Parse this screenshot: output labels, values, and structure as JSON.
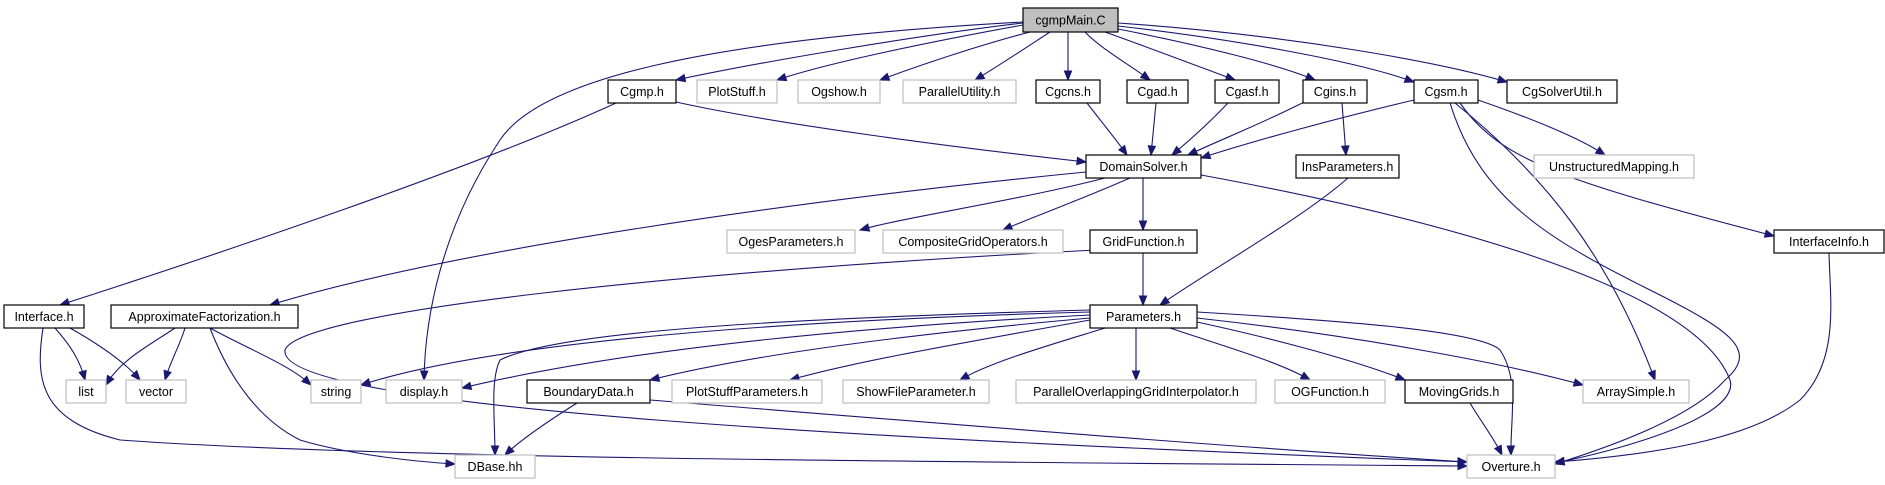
{
  "diagram": {
    "nodes": [
      {
        "id": "cgmpmain",
        "label": "cgmpMain.C",
        "style": "root"
      },
      {
        "id": "cgmp",
        "label": "Cgmp.h",
        "style": "documented"
      },
      {
        "id": "plotstuff",
        "label": "PlotStuff.h",
        "style": "external"
      },
      {
        "id": "ogshow",
        "label": "Ogshow.h",
        "style": "external"
      },
      {
        "id": "parallelutility",
        "label": "ParallelUtility.h",
        "style": "external"
      },
      {
        "id": "cgcns",
        "label": "Cgcns.h",
        "style": "documented"
      },
      {
        "id": "cgad",
        "label": "Cgad.h",
        "style": "documented"
      },
      {
        "id": "cgasf",
        "label": "Cgasf.h",
        "style": "documented"
      },
      {
        "id": "cgins",
        "label": "Cgins.h",
        "style": "documented"
      },
      {
        "id": "cgsm",
        "label": "Cgsm.h",
        "style": "documented"
      },
      {
        "id": "cgsolverutil",
        "label": "CgSolverUtil.h",
        "style": "documented"
      },
      {
        "id": "domainsolver",
        "label": "DomainSolver.h",
        "style": "documented"
      },
      {
        "id": "insparameters",
        "label": "InsParameters.h",
        "style": "documented"
      },
      {
        "id": "unstructuredmapping",
        "label": "UnstructuredMapping.h",
        "style": "external"
      },
      {
        "id": "ogesparameters",
        "label": "OgesParameters.h",
        "style": "external"
      },
      {
        "id": "compositegridoperators",
        "label": "CompositeGridOperators.h",
        "style": "external"
      },
      {
        "id": "gridfunction",
        "label": "GridFunction.h",
        "style": "documented"
      },
      {
        "id": "interfaceinfo",
        "label": "InterfaceInfo.h",
        "style": "documented"
      },
      {
        "id": "interface",
        "label": "Interface.h",
        "style": "documented"
      },
      {
        "id": "approximatefactorization",
        "label": "ApproximateFactorization.h",
        "style": "documented"
      },
      {
        "id": "parameters",
        "label": "Parameters.h",
        "style": "documented"
      },
      {
        "id": "list",
        "label": "list",
        "style": "external"
      },
      {
        "id": "vector",
        "label": "vector",
        "style": "external"
      },
      {
        "id": "string",
        "label": "string",
        "style": "external"
      },
      {
        "id": "display",
        "label": "display.h",
        "style": "external"
      },
      {
        "id": "boundarydata",
        "label": "BoundaryData.h",
        "style": "documented"
      },
      {
        "id": "plotstuffparameters",
        "label": "PlotStuffParameters.h",
        "style": "external"
      },
      {
        "id": "showfileparameter",
        "label": "ShowFileParameter.h",
        "style": "external"
      },
      {
        "id": "parallelogi",
        "label": "ParallelOverlappingGridInterpolator.h",
        "style": "external"
      },
      {
        "id": "ogfunction",
        "label": "OGFunction.h",
        "style": "external"
      },
      {
        "id": "movinggrids",
        "label": "MovingGrids.h",
        "style": "documented"
      },
      {
        "id": "arraysimple",
        "label": "ArraySimple.h",
        "style": "external"
      },
      {
        "id": "dbase",
        "label": "DBase.hh",
        "style": "external"
      },
      {
        "id": "overture",
        "label": "Overture.h",
        "style": "external"
      }
    ],
    "edges": [
      {
        "from": "cgmpmain",
        "to": "cgmp"
      },
      {
        "from": "cgmpmain",
        "to": "plotstuff"
      },
      {
        "from": "cgmpmain",
        "to": "ogshow"
      },
      {
        "from": "cgmpmain",
        "to": "parallelutility"
      },
      {
        "from": "cgmpmain",
        "to": "cgcns"
      },
      {
        "from": "cgmpmain",
        "to": "cgad"
      },
      {
        "from": "cgmpmain",
        "to": "cgasf"
      },
      {
        "from": "cgmpmain",
        "to": "cgins"
      },
      {
        "from": "cgmpmain",
        "to": "cgsm"
      },
      {
        "from": "cgmpmain",
        "to": "cgsolverutil"
      },
      {
        "from": "cgmpmain",
        "to": "display"
      },
      {
        "from": "cgmp",
        "to": "domainsolver"
      },
      {
        "from": "cgmp",
        "to": "interface"
      },
      {
        "from": "cgcns",
        "to": "domainsolver"
      },
      {
        "from": "cgad",
        "to": "domainsolver"
      },
      {
        "from": "cgasf",
        "to": "domainsolver"
      },
      {
        "from": "cgins",
        "to": "domainsolver"
      },
      {
        "from": "cgins",
        "to": "insparameters"
      },
      {
        "from": "cgsm",
        "to": "domainsolver"
      },
      {
        "from": "cgsm",
        "to": "unstructuredmapping"
      },
      {
        "from": "cgsm",
        "to": "interfaceinfo"
      },
      {
        "from": "cgsm",
        "to": "arraysimple"
      },
      {
        "from": "cgsm",
        "to": "overture"
      },
      {
        "from": "domainsolver",
        "to": "ogesparameters"
      },
      {
        "from": "domainsolver",
        "to": "compositegridoperators"
      },
      {
        "from": "domainsolver",
        "to": "gridfunction"
      },
      {
        "from": "domainsolver",
        "to": "approximatefactorization"
      },
      {
        "from": "domainsolver",
        "to": "overture"
      },
      {
        "from": "insparameters",
        "to": "parameters"
      },
      {
        "from": "gridfunction",
        "to": "parameters"
      },
      {
        "from": "gridfunction",
        "to": "overture"
      },
      {
        "from": "interfaceinfo",
        "to": "overture"
      },
      {
        "from": "interface",
        "to": "list"
      },
      {
        "from": "interface",
        "to": "vector"
      },
      {
        "from": "interface",
        "to": "overture"
      },
      {
        "from": "approximatefactorization",
        "to": "list"
      },
      {
        "from": "approximatefactorization",
        "to": "vector"
      },
      {
        "from": "approximatefactorization",
        "to": "string"
      },
      {
        "from": "approximatefactorization",
        "to": "dbase"
      },
      {
        "from": "parameters",
        "to": "string"
      },
      {
        "from": "parameters",
        "to": "display"
      },
      {
        "from": "parameters",
        "to": "dbase"
      },
      {
        "from": "parameters",
        "to": "boundarydata"
      },
      {
        "from": "parameters",
        "to": "plotstuffparameters"
      },
      {
        "from": "parameters",
        "to": "showfileparameter"
      },
      {
        "from": "parameters",
        "to": "parallelogi"
      },
      {
        "from": "parameters",
        "to": "ogfunction"
      },
      {
        "from": "parameters",
        "to": "movinggrids"
      },
      {
        "from": "parameters",
        "to": "arraysimple"
      },
      {
        "from": "parameters",
        "to": "overture"
      },
      {
        "from": "boundarydata",
        "to": "dbase"
      },
      {
        "from": "boundarydata",
        "to": "overture"
      },
      {
        "from": "movinggrids",
        "to": "overture"
      }
    ],
    "colors": {
      "edge": "#191970",
      "root_fill": "#bfbfbf",
      "documented_border": "#000000",
      "external_border": "#bfbfbf",
      "node_fill": "#ffffff"
    }
  }
}
